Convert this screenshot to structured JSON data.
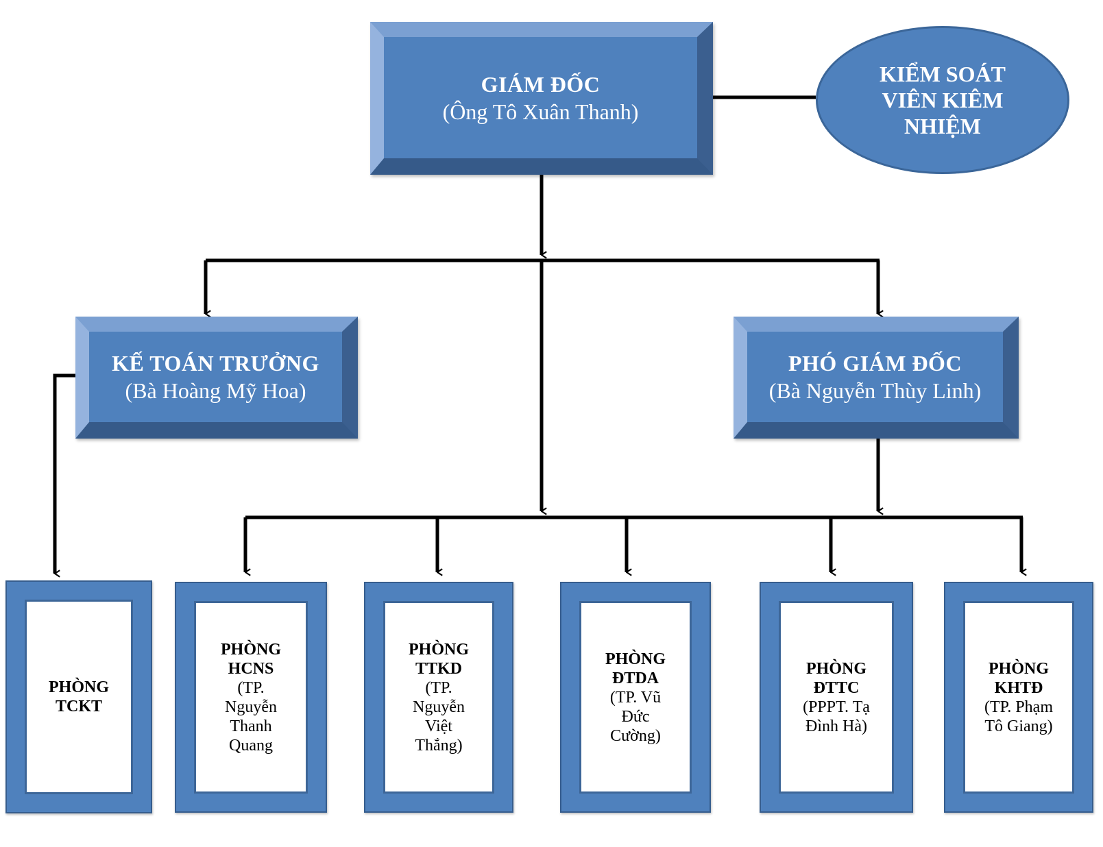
{
  "colors": {
    "box_fill": "#4f81bd",
    "line": "#000000",
    "text_on_box": "#ffffff"
  },
  "director": {
    "title": "GIÁM ĐỐC",
    "name": "(Ông Tô Xuân Thanh)"
  },
  "supervisor": {
    "label": "KIỂM SOÁT\nVIÊN KIÊM\nNHIỆM"
  },
  "chief_accountant": {
    "title": "KẾ TOÁN TRƯỞNG",
    "name": "(Bà Hoàng Mỹ Hoa)"
  },
  "deputy_director": {
    "title": "PHÓ GIÁM ĐỐC",
    "name": "(Bà Nguyễn Thùy Linh)"
  },
  "departments": [
    {
      "title": "PHÒNG\nTCKT",
      "head": ""
    },
    {
      "title": "PHÒNG\nHCNS",
      "head": "(TP.\nNguyễn\nThanh\nQuang"
    },
    {
      "title": "PHÒNG\nTTKD",
      "head": "(TP.\nNguyễn\nViệt\nThắng)"
    },
    {
      "title": "PHÒNG\nĐTDA",
      "head": "(TP. Vũ\nĐức\nCường)"
    },
    {
      "title": "PHÒNG\nĐTTC",
      "head": "(PPPT. Tạ\nĐình Hà)"
    },
    {
      "title": "PHÒNG\nKHTĐ",
      "head": "(TP. Phạm\nTô Giang)"
    }
  ]
}
